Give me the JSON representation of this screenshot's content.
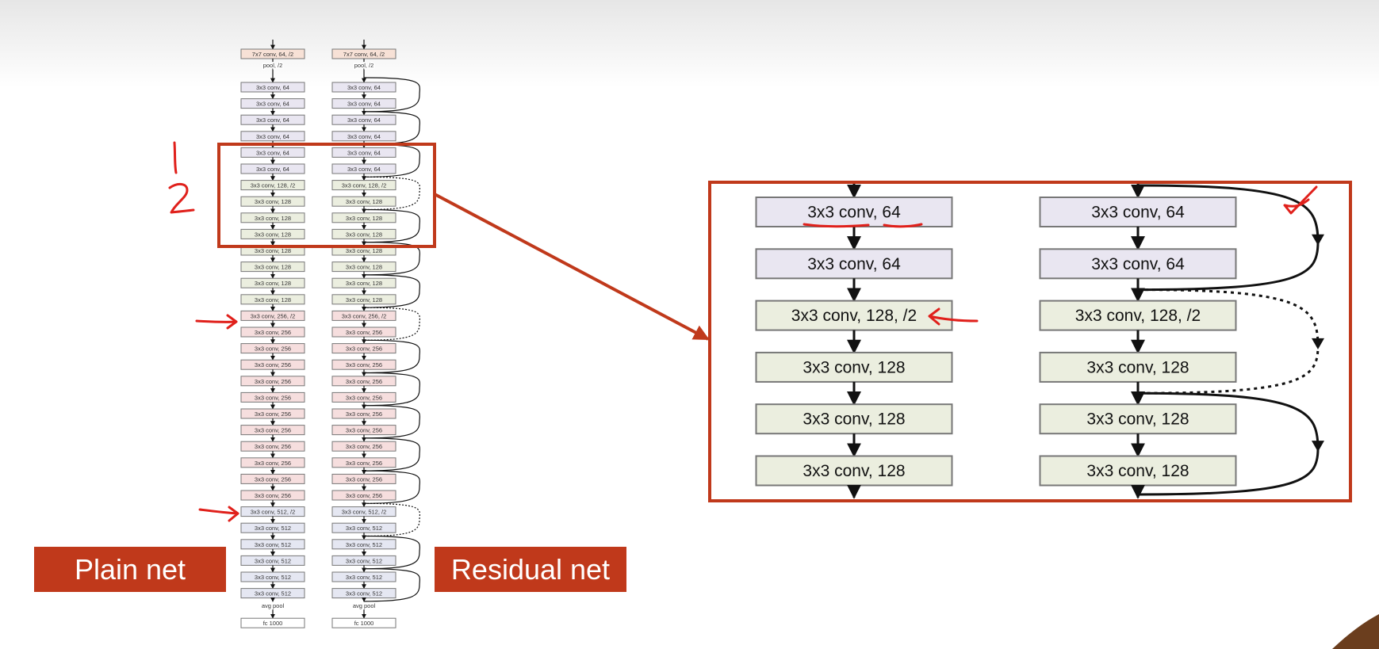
{
  "colors": {
    "conv7": "#f7e1d6",
    "conv64": "#e9e6f1",
    "conv128": "#ebeedf",
    "conv256": "#f6dede",
    "conv512": "#e5e7f2",
    "fc": "#ffffff",
    "accent_red": "#c0391b",
    "pen_red": "#e0201b"
  },
  "plain_net": {
    "label": "Plain net",
    "input_layer": {
      "label": "7x7 conv, 64, /2",
      "color_key": "conv7"
    },
    "pool_label": "pool, /2",
    "layers": [
      {
        "label": "3x3 conv, 64",
        "color_key": "conv64"
      },
      {
        "label": "3x3 conv, 64",
        "color_key": "conv64"
      },
      {
        "label": "3x3 conv, 64",
        "color_key": "conv64"
      },
      {
        "label": "3x3 conv, 64",
        "color_key": "conv64"
      },
      {
        "label": "3x3 conv, 64",
        "color_key": "conv64"
      },
      {
        "label": "3x3 conv, 64",
        "color_key": "conv64"
      },
      {
        "label": "3x3 conv, 128, /2",
        "color_key": "conv128"
      },
      {
        "label": "3x3 conv, 128",
        "color_key": "conv128"
      },
      {
        "label": "3x3 conv, 128",
        "color_key": "conv128"
      },
      {
        "label": "3x3 conv, 128",
        "color_key": "conv128"
      },
      {
        "label": "3x3 conv, 128",
        "color_key": "conv128"
      },
      {
        "label": "3x3 conv, 128",
        "color_key": "conv128"
      },
      {
        "label": "3x3 conv, 128",
        "color_key": "conv128"
      },
      {
        "label": "3x3 conv, 128",
        "color_key": "conv128"
      },
      {
        "label": "3x3 conv, 256, /2",
        "color_key": "conv256"
      },
      {
        "label": "3x3 conv, 256",
        "color_key": "conv256"
      },
      {
        "label": "3x3 conv, 256",
        "color_key": "conv256"
      },
      {
        "label": "3x3 conv, 256",
        "color_key": "conv256"
      },
      {
        "label": "3x3 conv, 256",
        "color_key": "conv256"
      },
      {
        "label": "3x3 conv, 256",
        "color_key": "conv256"
      },
      {
        "label": "3x3 conv, 256",
        "color_key": "conv256"
      },
      {
        "label": "3x3 conv, 256",
        "color_key": "conv256"
      },
      {
        "label": "3x3 conv, 256",
        "color_key": "conv256"
      },
      {
        "label": "3x3 conv, 256",
        "color_key": "conv256"
      },
      {
        "label": "3x3 conv, 256",
        "color_key": "conv256"
      },
      {
        "label": "3x3 conv, 256",
        "color_key": "conv256"
      },
      {
        "label": "3x3 conv, 512, /2",
        "color_key": "conv512"
      },
      {
        "label": "3x3 conv, 512",
        "color_key": "conv512"
      },
      {
        "label": "3x3 conv, 512",
        "color_key": "conv512"
      },
      {
        "label": "3x3 conv, 512",
        "color_key": "conv512"
      },
      {
        "label": "3x3 conv, 512",
        "color_key": "conv512"
      },
      {
        "label": "3x3 conv, 512",
        "color_key": "conv512"
      }
    ],
    "avgpool_label": "avg pool",
    "output_layer": {
      "label": "fc 1000",
      "color_key": "fc"
    }
  },
  "residual_net": {
    "label": "Residual net",
    "projection_shortcut_after_layers": [
      6,
      14,
      26
    ]
  },
  "zoom_panel": {
    "plain_layers": [
      {
        "label": "3x3 conv, 64",
        "color_key": "conv64"
      },
      {
        "label": "3x3 conv, 64",
        "color_key": "conv64"
      },
      {
        "label": "3x3 conv, 128, /2",
        "color_key": "conv128"
      },
      {
        "label": "3x3 conv, 128",
        "color_key": "conv128"
      },
      {
        "label": "3x3 conv, 128",
        "color_key": "conv128"
      },
      {
        "label": "3x3 conv, 128",
        "color_key": "conv128"
      }
    ],
    "residual_layers": [
      {
        "label": "3x3 conv, 64",
        "color_key": "conv64"
      },
      {
        "label": "3x3 conv, 64",
        "color_key": "conv64"
      },
      {
        "label": "3x3 conv, 128, /2",
        "color_key": "conv128"
      },
      {
        "label": "3x3 conv, 128",
        "color_key": "conv128"
      },
      {
        "label": "3x3 conv, 128",
        "color_key": "conv128"
      },
      {
        "label": "3x3 conv, 128",
        "color_key": "conv128"
      }
    ]
  },
  "annotations": {
    "handwritten": [
      "1",
      "2"
    ]
  }
}
